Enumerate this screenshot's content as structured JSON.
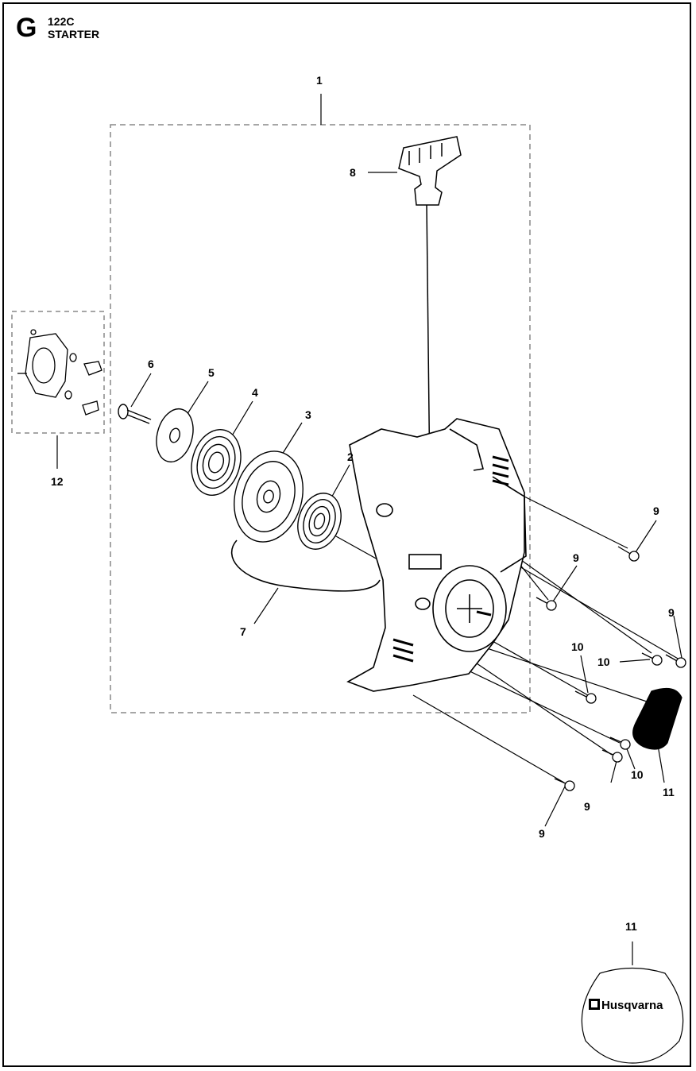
{
  "header": {
    "section_letter": "G",
    "model": "122C",
    "title": "STARTER"
  },
  "callouts": {
    "c1": "1",
    "c2": "2",
    "c3": "3",
    "c4": "4",
    "c5": "5",
    "c6": "6",
    "c7": "7",
    "c8": "8",
    "c9a": "9",
    "c9b": "9",
    "c9c": "9",
    "c9d": "9",
    "c9e": "9",
    "c10a": "10",
    "c10b": "10",
    "c10c": "10",
    "c11a": "11",
    "c11b": "11",
    "c12": "12"
  },
  "decal": {
    "brand": "Husqvarna"
  },
  "colors": {
    "line": "#000000",
    "background": "#ffffff",
    "dashed_box": "#888888"
  }
}
